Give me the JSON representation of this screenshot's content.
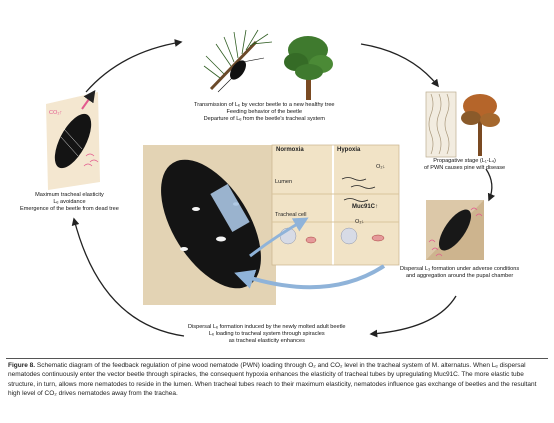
{
  "labels": {
    "top": [
      "Transmission of Lₑ by vector beetle to a new healthy tree",
      "Feeding behavior of the beetle",
      "Departure of Lₑ from the beetle's tracheal system"
    ],
    "right_top": [
      "Propagative stage (L₁-L₄)",
      "of PWN causes pine wilt disease"
    ],
    "right_bottom": [
      "Dispersal L₃ formation under adverse conditions",
      "and aggregation around the pupal chamber"
    ],
    "bottom": [
      "Dispersal Lₑ formation induced by the newly molted adult beetle",
      "Lₑ loading to tracheal system through spiracles",
      "as tracheal elasticity enhances"
    ],
    "left": [
      "Maximum tracheal elasticity",
      "Lₑ avoidance",
      "Emergence of the beetle from dead tree"
    ]
  },
  "inset": {
    "normoxia": "Normoxia",
    "hypoxia": "Hypoxia",
    "lumen": "Lumen",
    "tracheal_cell": "Tracheal cell",
    "o2_top": "O₂↓",
    "muc": "Muc91C↑",
    "o2_bottom": "O₂↓",
    "co2": "CO₂↑"
  },
  "caption": {
    "label": "Figure 8.",
    "text": " Schematic diagram of the feedback regulation of pine wood nematode (PWN) loading through O₂ and CO₂ level in the tracheal system of M. alternatus. When Lₑ dispersal nematodes continuously enter the vector beetle through spiracles, the consequent hypoxia enhances the elasticity of tracheal tubes by upregulating Muc91C. The more elastic tube structure, in turn, allows more nematodes to reside in the lumen. When tracheal tubes reach to their maximum elasticity, nematodes influence gas exchange of beetles and the resultant high level of CO₂ drives nematodes away from the trachea."
  },
  "colors": {
    "arrow": "#222222",
    "tree_green": "#3f7a2e",
    "trunk": "#7a4a22",
    "inset_bg": "#f1e3c6",
    "blue_arrow": "#8fb3d9",
    "pink": "#e35a8e"
  }
}
